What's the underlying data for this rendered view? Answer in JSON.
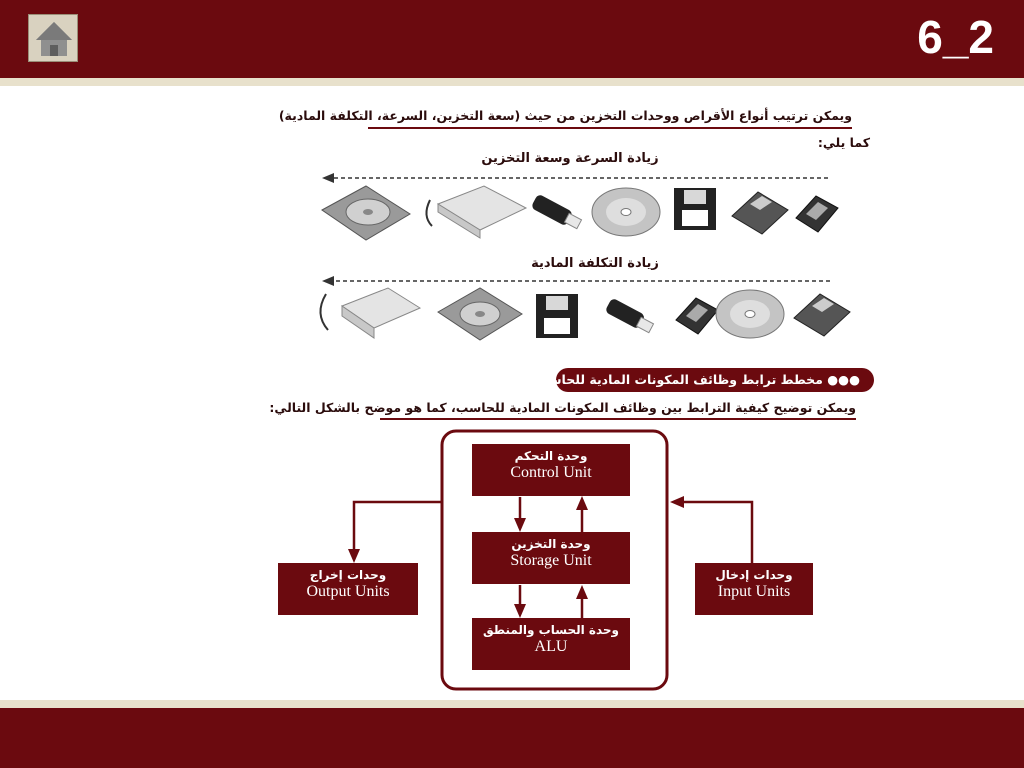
{
  "header": {
    "slide_number": "6_2",
    "home_icon": "house-icon"
  },
  "storage_section": {
    "intro_line1": "ويمكن ترتيب أنواع الأقراص ووحدات التخزين من حيث (سعة التخزين، السرعة، التكلفة المادية)",
    "intro_line2": "كما يلي:",
    "row1_label": "زيادة السرعة وسعة التخزين",
    "row2_label": "زيادة التكلفة المادية",
    "row1_devices": [
      "hard-disk",
      "external-hard-disk",
      "usb-flash",
      "cd-disc",
      "zip-disk",
      "floppy-disk",
      "memory-card"
    ],
    "row2_devices": [
      "external-hard-disk",
      "hard-disk",
      "zip-disk",
      "usb-flash",
      "memory-card",
      "cd-disc",
      "floppy-disk"
    ]
  },
  "functions_section": {
    "title": "●●● مخطط ترابط وظائف المكونات المادية للحاسب:",
    "description": "ويمكن توضيح كيفية الترابط بين وظائف المكونات المادية للحاسب، كما هو موضح بالشكل التالي:"
  },
  "diagram": {
    "control_ar": "وحدة التحكم",
    "control_en": "Control Unit",
    "storage_ar": "وحدة التخزين",
    "storage_en": "Storage Unit",
    "alu_ar": "وحدة الحساب والمنطق",
    "alu_en": "ALU",
    "input_ar": "وحدات إدخال",
    "input_en": "Input Units",
    "output_ar": "وحدات إخراج",
    "output_en": "Output Units"
  },
  "colors": {
    "brand": "#6b0a0f",
    "stripe": "#e8e1cc"
  }
}
